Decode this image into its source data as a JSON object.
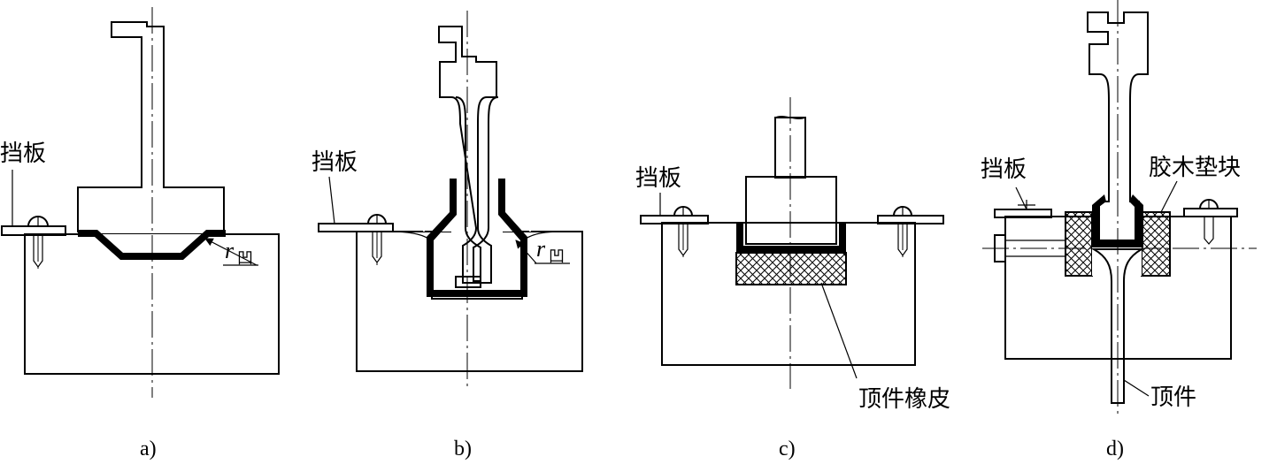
{
  "labels": {
    "baffle": "挡板",
    "die_radius_symbol": "r",
    "die_radius_subscript": "凹",
    "ejector_rubber": "顶件橡皮",
    "bakelite_pad": "胶木垫块",
    "ejector": "顶件"
  },
  "captions": {
    "a": "a)",
    "b": "b)",
    "c": "c)",
    "d": "d)"
  }
}
